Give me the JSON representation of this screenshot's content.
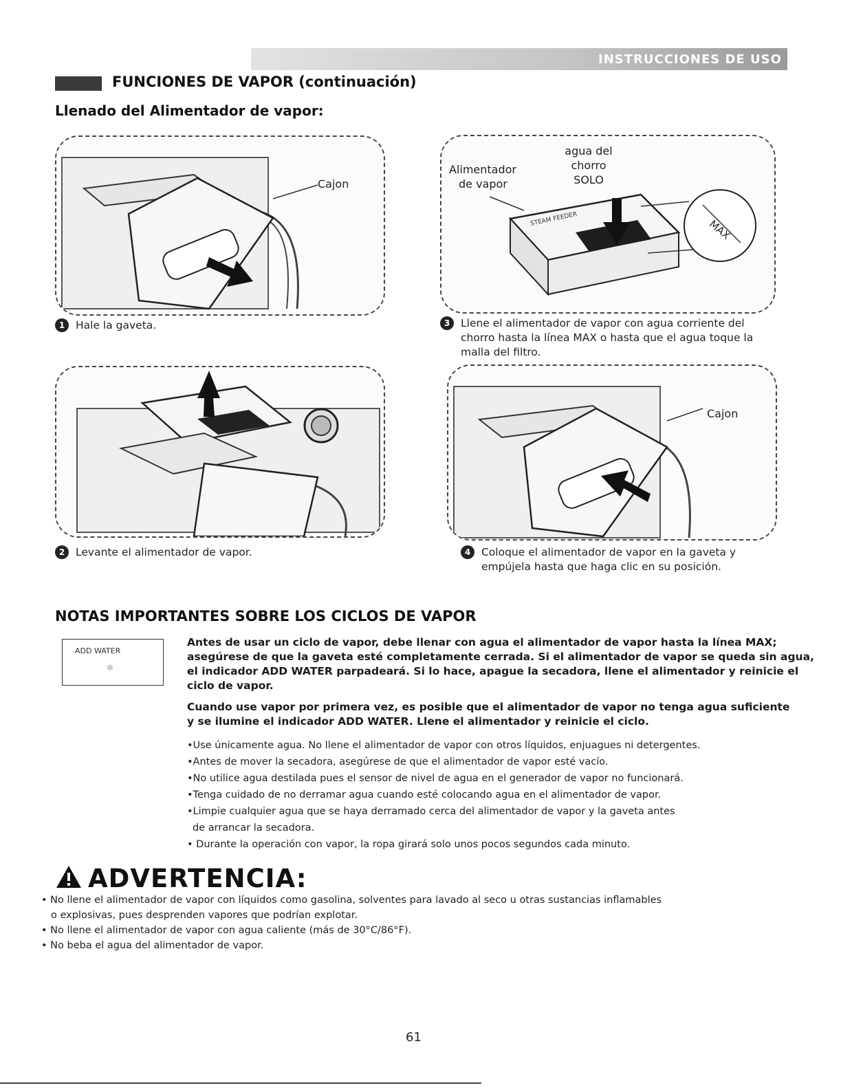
{
  "header": {
    "banner": "INSTRUCCIONES DE USO",
    "section_title": "FUNCIONES DE VAPOR (continuación)",
    "subtitle": "Llenado del Alimentador de vapor:"
  },
  "figures": {
    "fig1": {
      "callout": "Cajon",
      "step": "1",
      "caption": "Hale la gaveta."
    },
    "fig2": {
      "step": "2",
      "caption": "Levante el alimentador de vapor."
    },
    "fig3": {
      "callout_left_1": "Alimentador",
      "callout_left_2": "de vapor",
      "callout_top_1": "agua del",
      "callout_top_2": "chorro",
      "callout_top_3": "SOLO",
      "max_label": "MAX",
      "brand_label": "STEAM FEEDER",
      "step": "3",
      "caption_1": "Llene el alimentador de vapor con agua corriente del",
      "caption_2": "chorro hasta la línea MAX o hasta que el agua toque la",
      "caption_3": "malla del filtro."
    },
    "fig4": {
      "callout": "Cajon",
      "step": "4",
      "caption_1": "Coloque el alimentador de vapor en la gaveta y",
      "caption_2": "empújela hasta que haga clic en su posición."
    }
  },
  "notes": {
    "title": "NOTAS IMPORTANTES SOBRE LOS CICLOS DE VAPOR",
    "indicator_label": "ADD WATER",
    "para1": [
      "Antes de usar un ciclo de vapor, debe llenar con agua el alimentador de vapor hasta la línea MAX;",
      "asegúrese de que la gaveta esté completamente cerrada. Si el alimentador de vapor se queda sin agua,",
      "el indicador ADD WATER parpadeará. Si lo hace, apague la secadora, llene el alimentador y reinicie el",
      "ciclo de vapor."
    ],
    "para2": [
      "Cuando use vapor por primera vez, es posible que el alimentador de vapor no tenga agua suficiente",
      "y se ilumine el indicador ADD WATER. Llene el alimentador y reinicie el ciclo."
    ],
    "bullets": [
      "•Use únicamente agua. No llene el alimentador de vapor con otros líquidos, enjuagues ni detergentes.",
      "•Antes de mover la secadora, asegúrese de que el alimentador de vapor esté vacío.",
      "•No utilice agua destilada pues el sensor de nivel de agua en el generador de vapor no funcionará.",
      "•Tenga cuidado de no derramar agua cuando esté colocando agua en el alimentador de vapor.",
      "•Limpie cualquier agua que se haya derramado cerca del alimentador de vapor y la gaveta antes",
      "  de arrancar la secadora.",
      "• Durante la operación con vapor, la ropa girará solo unos pocos segundos cada minuto."
    ]
  },
  "warning": {
    "title": "ADVERTENCIA:",
    "items": [
      "• No llene el alimentador de vapor con líquidos como gasolina, solventes para lavado al seco u otras sustancias inflamables",
      "   o explosivas, pues desprenden vapores que podrían explotar.",
      "• No llene el alimentador de vapor con agua caliente (más de 30°C/86°F).",
      "• No beba el agua del alimentador de vapor."
    ]
  },
  "footer": {
    "page_number": "61"
  }
}
